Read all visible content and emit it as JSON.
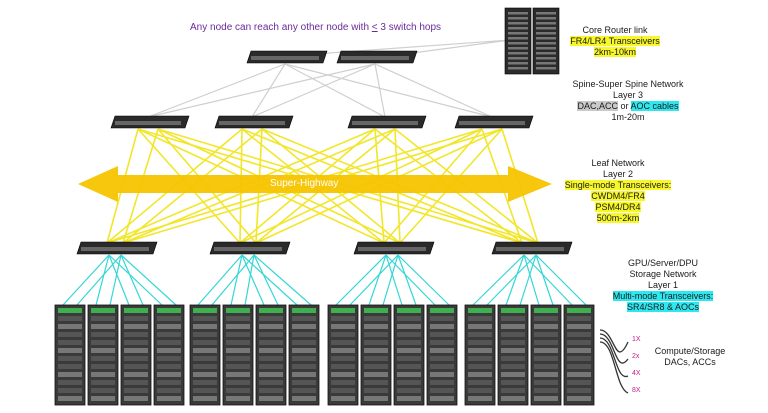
{
  "headline": {
    "pre": "Any node can reach any other node with ",
    "underlined": "<",
    "post": " 3 switch hops"
  },
  "core": {
    "title": "Core Router link",
    "transceivers": "FR4/LR4 Transceivers",
    "distance": "2km-10km"
  },
  "spine": {
    "title": "Spine-Super Spine Network",
    "layer": "Layer 3",
    "dac_acc": "DAC,ACC",
    "or": " or ",
    "aoc": "AOC cables",
    "distance": "1m-20m"
  },
  "leaf": {
    "title": "Leaf Network",
    "layer": "Layer 2",
    "t1": "Single-mode Transceivers:",
    "t2": "CWDM4/FR4",
    "t3": "PSM4/DR4",
    "t4": "500m-2km"
  },
  "gpu": {
    "title1": "GPU/Server/DPU",
    "title2": "Storage Network",
    "layer": "Layer 1",
    "t1": "Multi-mode Transceivers:",
    "t2": "SR4/SR8 & AOCs"
  },
  "compute": {
    "title": "Compute/Storage",
    "sub": "DACs, ACCs",
    "multipliers": [
      "1X",
      "2x",
      "4X",
      "8X"
    ]
  },
  "arrow_label": "Super-Highway",
  "colors": {
    "link_yellow": "#f2e62a",
    "link_gray": "#cfcfcf",
    "link_cyan": "#33d6d6",
    "arrow": "#f5c400"
  }
}
